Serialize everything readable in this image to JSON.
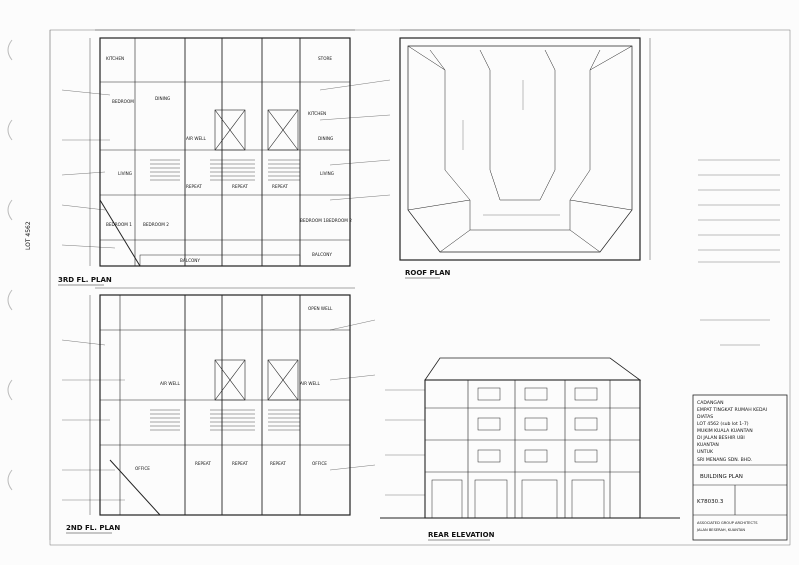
{
  "sheet": {
    "titles": {
      "third_floor": "3RD FL. PLAN",
      "second_floor": "2ND FL. PLAN",
      "roof": "ROOF PLAN",
      "rear_elevation": "REAR ELEVATION"
    },
    "margin_note": "LOT 4562",
    "rooms": {
      "kitchen": "KITCHEN",
      "bedroom": "BEDROOM",
      "dining": "DINING",
      "air_well": "AIR WELL",
      "living": "LIVING",
      "bedroom1": "BEDROOM 1",
      "bedroom2": "BEDROOM 2",
      "balcony": "BALCONY",
      "repeat": "REPEAT",
      "office": "OFFICE",
      "store": "STORE",
      "open_well": "OPEN WELL"
    },
    "title_block": {
      "cadangan": "CADANGAN",
      "line1": "EMPAT TINGKAT RUMAH KEDAI",
      "line2": "DIATAS",
      "line3": "LOT 4562 (sub lot 1-7)",
      "line4": "MUKIM KUALA KUANTAN",
      "line5": "DI JALAN BESHIR UBI",
      "line6": "KUANTAN",
      "untuk": "UNTUK",
      "client": "SRI MENANG SDN. BHD.",
      "drawing_title": "BUILDING PLAN",
      "drawing_no": "K78030.3",
      "firm1": "ASSOCIATED GROUP ARCHITECTS",
      "firm2": "JALAN BESERAH, KUANTAN"
    }
  }
}
